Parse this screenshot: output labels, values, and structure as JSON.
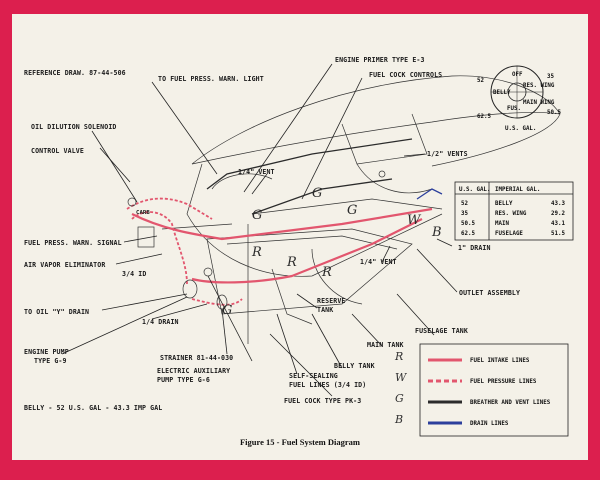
{
  "caption": "Figure 15 - Fuel System Diagram",
  "reference": "REFERENCE DRAW. 87-44-506",
  "labels": {
    "fuel_press_warn_light": "TO FUEL PRESS. WARN. LIGHT",
    "engine_primer": "ENGINE PRIMER TYPE E-3",
    "fuel_cock_controls": "FUEL COCK CONTROLS",
    "oil_dilution": "OIL DILUTION SOLENOID",
    "control_valve": "CONTROL VALVE",
    "vent_quarter_top": "1/4\" VENT",
    "vent_half": "1/2\" VENTS",
    "carb": "CARB",
    "fuel_press_warn_signal": "FUEL PRESS. WARN. SIGNAL",
    "air_vapor": "AIR VAPOR ELIMINATOR",
    "three_quarter_id": "3/4 ID",
    "drain_1in": "1\" DRAIN",
    "vent_quarter_mid": "1/4\" VENT",
    "to_oil_drain": "TO OIL \"Y\" DRAIN",
    "drain_quarter": "1/4 DRAIN",
    "outlet_assembly": "OUTLET ASSEMBLY",
    "reserve_tank_1": "RESERVE",
    "reserve_tank_2": "TANK",
    "fuselage_tank": "FUSELAGE TANK",
    "main_tank": "MAIN TANK",
    "belly_tank": "BELLY TANK",
    "engine_pump_1": "ENGINE PUMP",
    "engine_pump_2": "TYPE G-9",
    "strainer": "STRAINER 81-44-030",
    "elec_pump_1": "ELECTRIC AUXILIARY",
    "elec_pump_2": "PUMP TYPE G-6",
    "self_sealing_1": "SELF-SEALING",
    "self_sealing_2": "FUEL LINES (3/4 ID)",
    "fuel_cock": "FUEL COCK TYPE PK-3",
    "belly_note": "BELLY - 52 U.S. GAL - 43.3 IMP GAL"
  },
  "dial": {
    "positions": [
      "OFF",
      "RES. WING",
      "MAIN WING",
      "FUS.",
      "BELLY"
    ],
    "numbers": [
      "35",
      "52",
      "50.5",
      "62.5"
    ],
    "unit": "U.S. GAL."
  },
  "capacity_table": {
    "headers": [
      "U.S. GAL.",
      "IMPERIAL GAL."
    ],
    "rows": [
      {
        "us": "52",
        "tank": "BELLY",
        "imp": "43.3"
      },
      {
        "us": "35",
        "tank": "RES. WING",
        "imp": "29.2"
      },
      {
        "us": "50.5",
        "tank": "MAIN",
        "imp": "43.1"
      },
      {
        "us": "62.5",
        "tank": "FUSELAGE",
        "imp": "51.5"
      }
    ]
  },
  "legend": [
    {
      "letter": "R",
      "label": "FUEL INTAKE LINES",
      "color": "#e2566e",
      "dash": false
    },
    {
      "letter": "W",
      "label": "FUEL PRESSURE LINES",
      "color": "#e2566e",
      "dash": true
    },
    {
      "letter": "G",
      "label": "BREATHER AND VENT LINES",
      "color": "#2b2b2b",
      "dash": false
    },
    {
      "letter": "B",
      "label": "DRAIN LINES",
      "color": "#2c3f9c",
      "dash": false
    }
  ],
  "tank_letters": [
    "R",
    "R",
    "R",
    "G",
    "G",
    "G",
    "G",
    "W",
    "B"
  ]
}
